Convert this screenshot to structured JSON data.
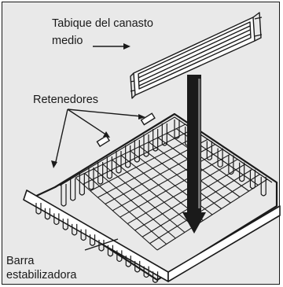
{
  "labels": {
    "divider_line1": "Tabique del canasto",
    "divider_line2": "medio",
    "retainers": "Retenedores",
    "bar_line1": "Barra",
    "bar_line2": "estabilizadora"
  }
}
